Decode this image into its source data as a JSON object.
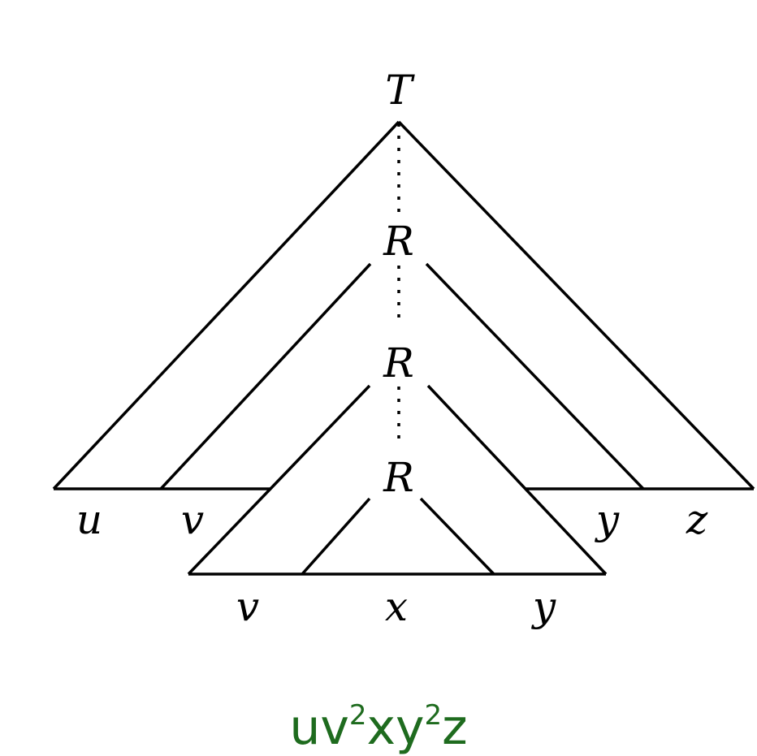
{
  "tree": {
    "root_label": "T",
    "node_labels": [
      "R",
      "R",
      "R"
    ],
    "upper_leaf_labels": [
      "u",
      "v",
      "y",
      "z"
    ],
    "lower_leaf_labels": [
      "v",
      "x",
      "y"
    ]
  },
  "caption": {
    "base_u": "u",
    "base_v": "v",
    "exp_v": "2",
    "middle": "xy",
    "exp_y": "2",
    "end": "z"
  },
  "colors": {
    "lines": "#000000",
    "caption": "#1e6b1e"
  }
}
